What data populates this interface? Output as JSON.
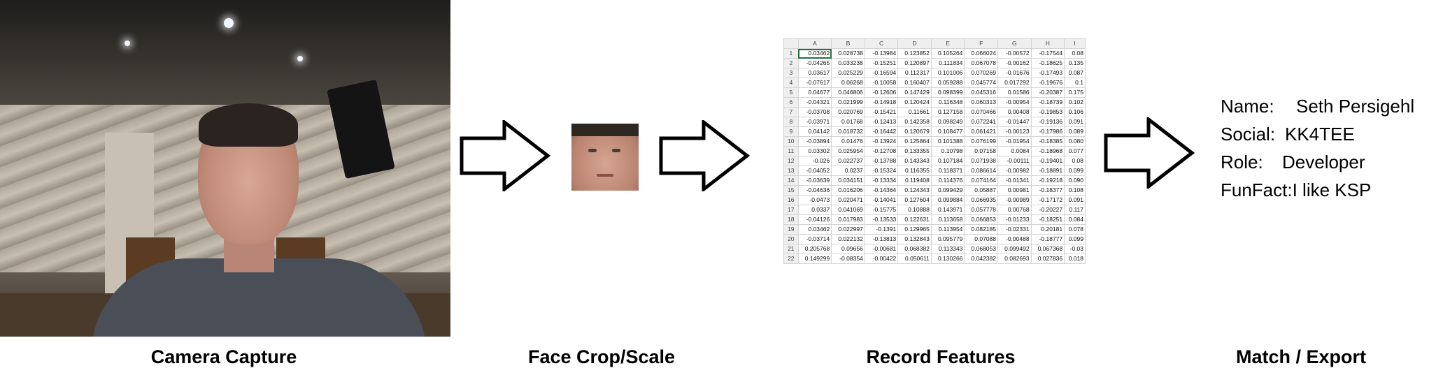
{
  "stages": [
    {
      "caption": "Camera Capture"
    },
    {
      "caption": "Face Crop/Scale"
    },
    {
      "caption": "Record Features"
    },
    {
      "caption": "Match / Export"
    }
  ],
  "spreadsheet": {
    "columns": [
      "A",
      "B",
      "C",
      "D",
      "E",
      "F",
      "G",
      "H",
      "I"
    ],
    "rows": [
      {
        "n": "1",
        "cells": [
          "0.03462",
          "0.028738",
          "-0.13984",
          "0.123852",
          "0.105264",
          "0.066024",
          "-0.00572",
          "-0.17544",
          "0.08"
        ]
      },
      {
        "n": "2",
        "cells": [
          "-0.04265",
          "0.033238",
          "-0.15251",
          "0.120897",
          "0.111834",
          "0.067078",
          "-0.00162",
          "-0.18625",
          "0.135"
        ]
      },
      {
        "n": "3",
        "cells": [
          "0.03617",
          "0.025229",
          "-0.16594",
          "0.112317",
          "0.101006",
          "0.070269",
          "-0.01676",
          "-0.17493",
          "0.087"
        ]
      },
      {
        "n": "4",
        "cells": [
          "-0.07617",
          "0.06268",
          "-0.10058",
          "0.160407",
          "0.059288",
          "0.045774",
          "0.017292",
          "-0.19676",
          "0.1"
        ]
      },
      {
        "n": "5",
        "cells": [
          "0.04677",
          "0.046806",
          "-0.12606",
          "0.147429",
          "0.098399",
          "0.045316",
          "0.01586",
          "-0.20387",
          "0.175"
        ]
      },
      {
        "n": "6",
        "cells": [
          "-0.04321",
          "0.021999",
          "-0.14918",
          "0.120424",
          "0.116348",
          "0.060313",
          "-0.00954",
          "-0.18739",
          "0.102"
        ]
      },
      {
        "n": "7",
        "cells": [
          "-0.03708",
          "0.020769",
          "-0.15421",
          "0.11661",
          "0.127158",
          "0.070466",
          "0.00408",
          "-0.19853",
          "0.106"
        ]
      },
      {
        "n": "8",
        "cells": [
          "-0.03971",
          "0.01768",
          "-0.12413",
          "0.142358",
          "0.098249",
          "0.072241",
          "-0.01447",
          "-0.19136",
          "0.091"
        ]
      },
      {
        "n": "9",
        "cells": [
          "0.04142",
          "0.018732",
          "-0.16442",
          "0.120679",
          "0.108477",
          "0.061421",
          "-0.00123",
          "-0.17986",
          "0.089"
        ]
      },
      {
        "n": "10",
        "cells": [
          "-0.03894",
          "0.01476",
          "-0.13924",
          "0.125864",
          "0.101388",
          "0.076199",
          "-0.01954",
          "-0.18385",
          "0.080"
        ]
      },
      {
        "n": "11",
        "cells": [
          "0.03302",
          "0.025954",
          "-0.12708",
          "0.133355",
          "0.10798",
          "0.07158",
          "0.0084",
          "-0.18968",
          "0.077"
        ]
      },
      {
        "n": "12",
        "cells": [
          "-0.026",
          "0.022737",
          "-0.13788",
          "0.143343",
          "0.107184",
          "0.071938",
          "-0.00111",
          "-0.19401",
          "0.08"
        ]
      },
      {
        "n": "13",
        "cells": [
          "-0.04052",
          "0.0237",
          "-0.15324",
          "0.116355",
          "0.118371",
          "0.086614",
          "-0.00982",
          "-0.18891",
          "0.099"
        ]
      },
      {
        "n": "14",
        "cells": [
          "-0.03639",
          "0.034151",
          "-0.13334",
          "0.119408",
          "0.114376",
          "0.074164",
          "-0.01341",
          "-0.19218",
          "0.090"
        ]
      },
      {
        "n": "15",
        "cells": [
          "-0.04636",
          "0.016206",
          "-0.14364",
          "0.124343",
          "0.099429",
          "0.05887",
          "0.00981",
          "-0.18377",
          "0.108"
        ]
      },
      {
        "n": "16",
        "cells": [
          "-0.0473",
          "0.020471",
          "-0.14041",
          "0.127604",
          "0.099884",
          "0.066935",
          "-0.00989",
          "-0.17172",
          "0.091"
        ]
      },
      {
        "n": "17",
        "cells": [
          "0.0337",
          "0.041069",
          "-0.15775",
          "0.10888",
          "0.143971",
          "0.057778",
          "0.00768",
          "-0.20227",
          "0.117"
        ]
      },
      {
        "n": "18",
        "cells": [
          "-0.04126",
          "0.017983",
          "-0.13533",
          "0.122631",
          "0.113658",
          "0.066853",
          "-0.01233",
          "-0.18251",
          "0.084"
        ]
      },
      {
        "n": "19",
        "cells": [
          "0.03462",
          "0.022997",
          "-0.1391",
          "0.129965",
          "0.113954",
          "0.082185",
          "-0.02331",
          "0.20181",
          "0.078"
        ]
      },
      {
        "n": "20",
        "cells": [
          "-0.03714",
          "0.022132",
          "-0.13813",
          "0.132843",
          "0.095779",
          "0.07088",
          "-0.00488",
          "-0.18777",
          "0.099"
        ]
      },
      {
        "n": "21",
        "cells": [
          "0.205768",
          "0.09656",
          "-0.00681",
          "0.068382",
          "0.113343",
          "0.068053",
          "0.099492",
          "0.067368",
          "-0.03"
        ]
      },
      {
        "n": "22",
        "cells": [
          "0.149299",
          "-0.08354",
          "-0.00422",
          "0.050611",
          "0.130266",
          "0.042382",
          "0.082693",
          "0.027836",
          "0.018"
        ]
      }
    ]
  },
  "identity": [
    {
      "label": "Name:",
      "value": "Seth Persigehl"
    },
    {
      "label": "Social:",
      "value": "KK4TEE"
    },
    {
      "label": "Role:",
      "value": "Developer"
    },
    {
      "label": "FunFact:",
      "value": "I like KSP"
    }
  ]
}
